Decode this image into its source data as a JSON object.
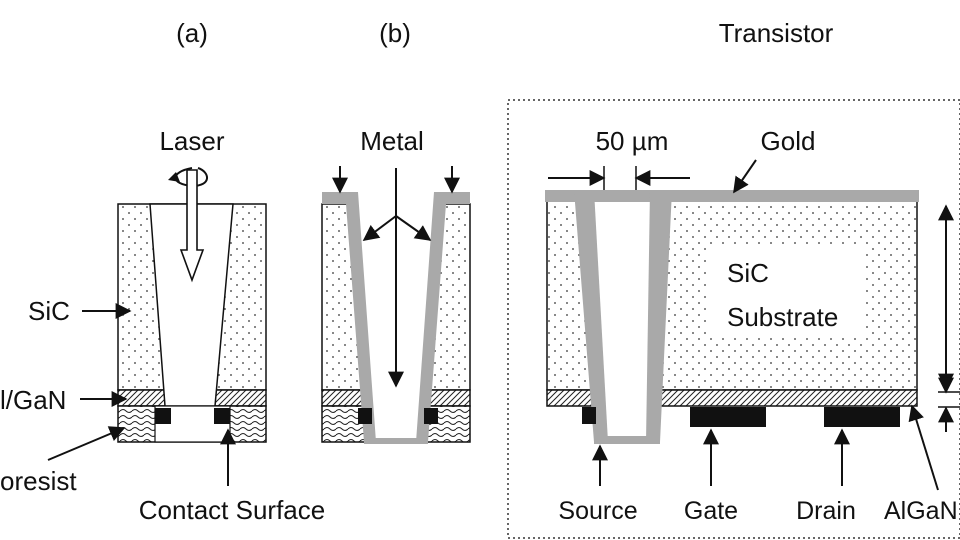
{
  "panels": {
    "a": {
      "title": "(a)",
      "laser_label": "Laser",
      "sic_label": "SiC",
      "algan_label": "l/GaN",
      "photoresist_label": "oresist",
      "contact_surface_label": "Contact Surface"
    },
    "b": {
      "title": "(b)",
      "metal_label": "Metal"
    },
    "transistor": {
      "title": "Transistor",
      "dimension_label": "50 µm",
      "gold_label": "Gold",
      "substrate_label_line1": "SiC",
      "substrate_label_line2": "Substrate",
      "source_label": "Source",
      "gate_label": "Gate",
      "drain_label": "Drain",
      "algan_label": "AlGaN"
    }
  },
  "colors": {
    "metal_gray": "#a9a9a9",
    "outline": "#111111",
    "contact_black": "#111111",
    "dotted_frame": "#333333"
  }
}
